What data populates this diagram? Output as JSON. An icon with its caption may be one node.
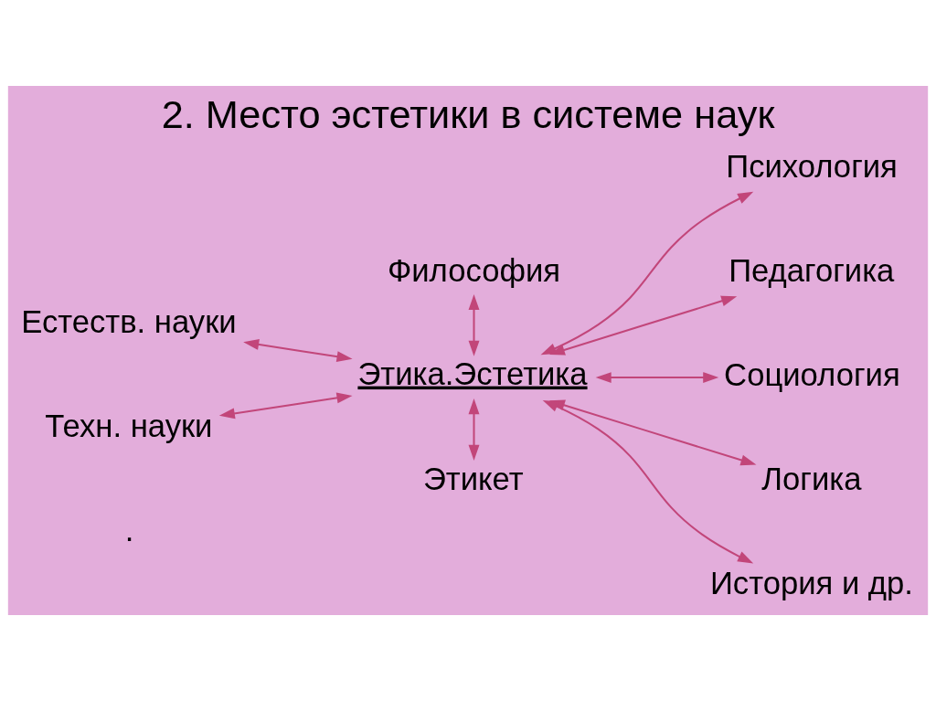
{
  "diagram": {
    "title": "2. Место эстетики в системе наук",
    "nodes": [
      {
        "text": [
          "Философия"
        ]
      },
      {
        "text": [
          "Естеств. науки"
        ]
      },
      {
        "text": [
          "Психология"
        ]
      },
      {
        "text": [
          "Этика.Эстетика"
        ]
      },
      {
        "text": [
          "Педагогика"
        ]
      },
      {
        "text": [
          "Техн. науки"
        ]
      },
      {
        "text": [
          "Социология"
        ]
      },
      {
        "text": [
          "Логика"
        ]
      },
      {
        "text": [
          "История и др."
        ]
      },
      {
        "text": [
          "Этикет"
        ]
      }
    ],
    "edges": [
      {
        "from": 0,
        "to": 3,
        "arrow": "both"
      },
      {
        "from": 1,
        "to": 3,
        "arrow": "both"
      },
      {
        "from": 5,
        "to": 3,
        "arrow": "both"
      },
      {
        "from": 3,
        "to": 2,
        "arrow": "both"
      },
      {
        "from": 3,
        "to": 4,
        "arrow": "both"
      },
      {
        "from": 3,
        "to": 6,
        "arrow": "both"
      },
      {
        "from": 3,
        "to": 7,
        "arrow": "both"
      },
      {
        "from": 3,
        "to": 8,
        "arrow": "both"
      },
      {
        "from": 3,
        "to": 9,
        "arrow": "both"
      }
    ],
    "labels": [
      "."
    ]
  }
}
